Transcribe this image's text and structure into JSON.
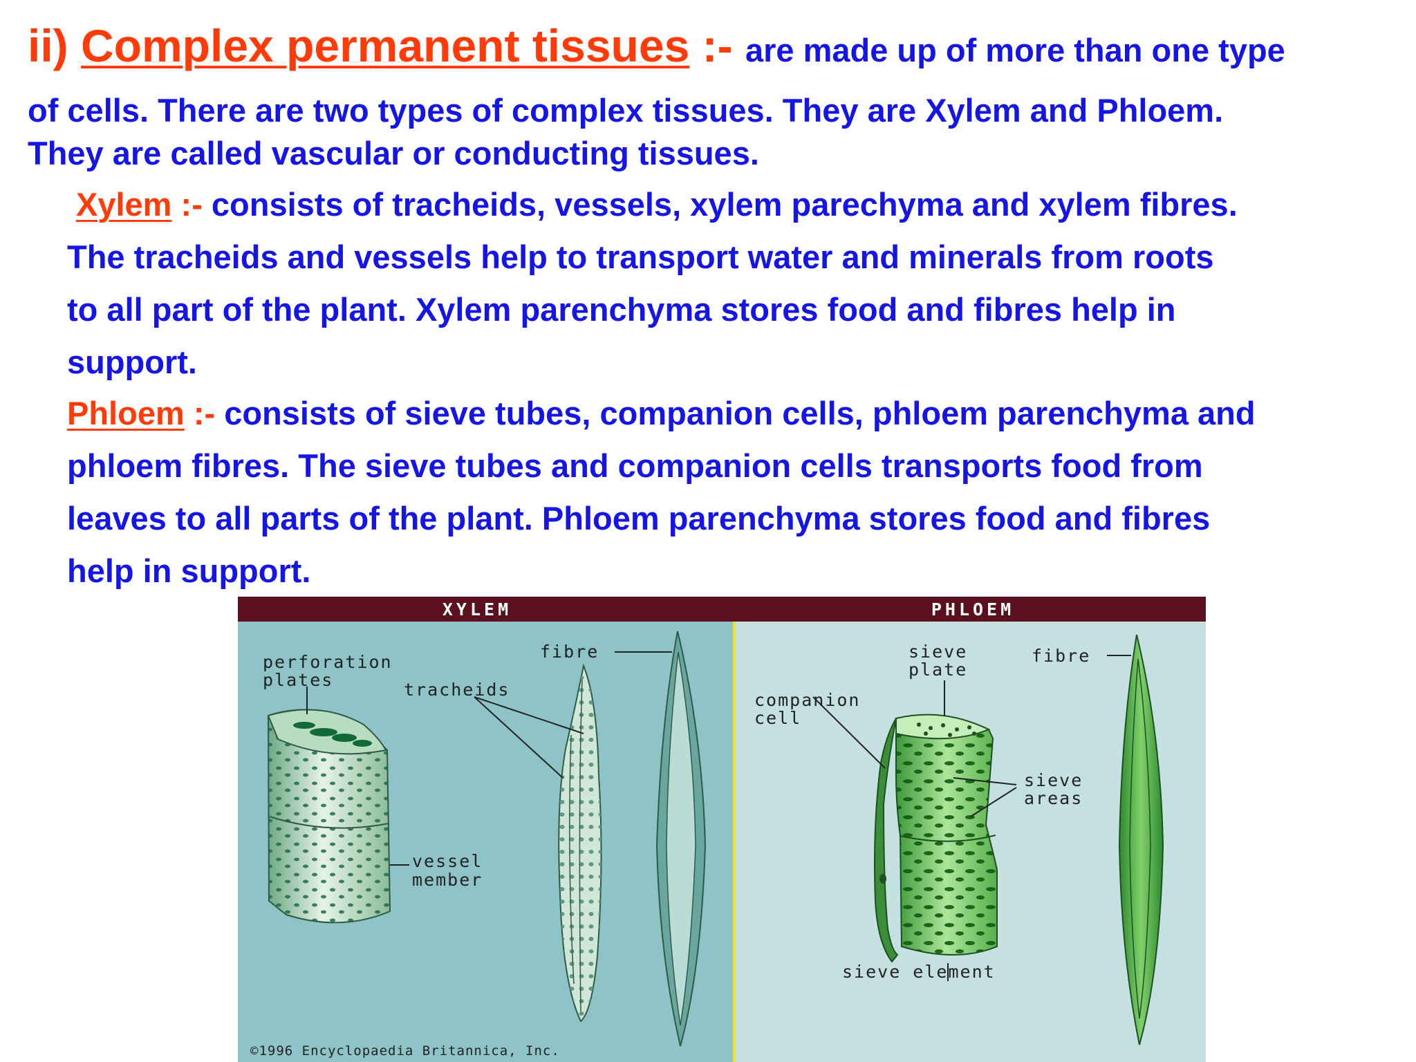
{
  "heading": {
    "number": "ii)",
    "title": "Complex permanent tissues",
    "separator": ":-",
    "rest": "are made up of more than one type"
  },
  "intro": {
    "line2": "of cells. There are two types of  complex tissues. They are Xylem and Phloem.",
    "line3": "They are called vascular or conducting tissues."
  },
  "xylem": {
    "term": "Xylem",
    "separator": ":-",
    "line1": "consists of tracheids, vessels, xylem parechyma and xylem fibres.",
    "line2": "The tracheids and vessels help to transport water and minerals from roots",
    "line3": "to all part of the plant. Xylem parenchyma stores food and fibres help in",
    "line4": "support."
  },
  "phloem": {
    "term": "Phloem",
    "separator": ":-",
    "line1": "consists of sieve tubes, companion cells, phloem parenchyma and",
    "line2": "phloem fibres. The sieve tubes and companion cells transports food from",
    "line3": "leaves to all parts of the plant. Phloem parenchyma stores food and fibres",
    "line4": "help in support."
  },
  "figure": {
    "xylem_header": "XYLEM",
    "phloem_header": "PHLOEM",
    "labels": {
      "perforation": "perforation",
      "plates": "plates",
      "tracheids": "tracheids",
      "xylem_fibre": "fibre",
      "vessel": "vessel",
      "member": "member",
      "sieve": "sieve",
      "plate": "plate",
      "companion": "companion",
      "cell": "cell",
      "phloem_fibre": "fibre",
      "sieve2": "sieve",
      "areas": "areas",
      "sieve_element": "sieve element"
    },
    "copyright": "©1996 Encyclopaedia Britannica, Inc."
  },
  "colors": {
    "heading_accent": "#ff3b0a",
    "body_text": "#1515e6",
    "figure_header": "#5a111d",
    "xylem_panel": "#8ec3c7",
    "phloem_panel": "#c5e0e1",
    "divider": "#f0e030"
  }
}
